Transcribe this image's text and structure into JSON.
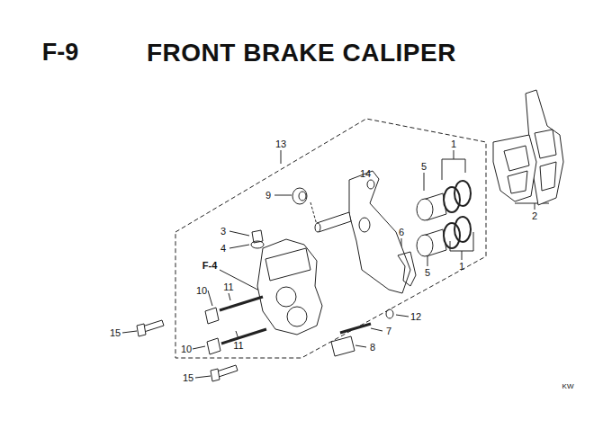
{
  "diagram": {
    "title": "FRONT BRAKE CALIPER",
    "labels": [
      "F-9",
      "13",
      "1",
      "14",
      "5",
      "9",
      "2",
      "3",
      "4",
      "6",
      "F-4",
      "1",
      "5",
      "11",
      "10",
      "12",
      "15",
      "7",
      "8",
      "11",
      "10",
      "15",
      "KW"
    ]
  }
}
